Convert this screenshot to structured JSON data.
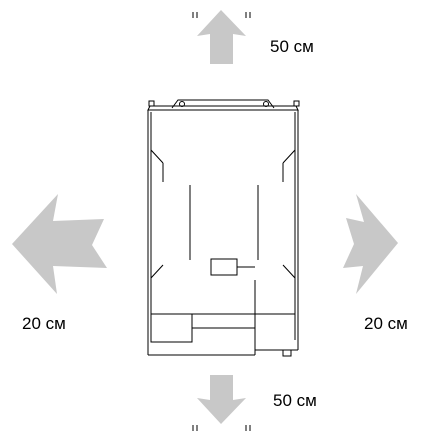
{
  "clearances": {
    "top": "50 см",
    "left": "20 см",
    "right": "20 см",
    "bottom": "50 см"
  },
  "colors": {
    "arrow_fill": "#c8c8c8",
    "outline": "#000000",
    "background": "#ffffff"
  }
}
